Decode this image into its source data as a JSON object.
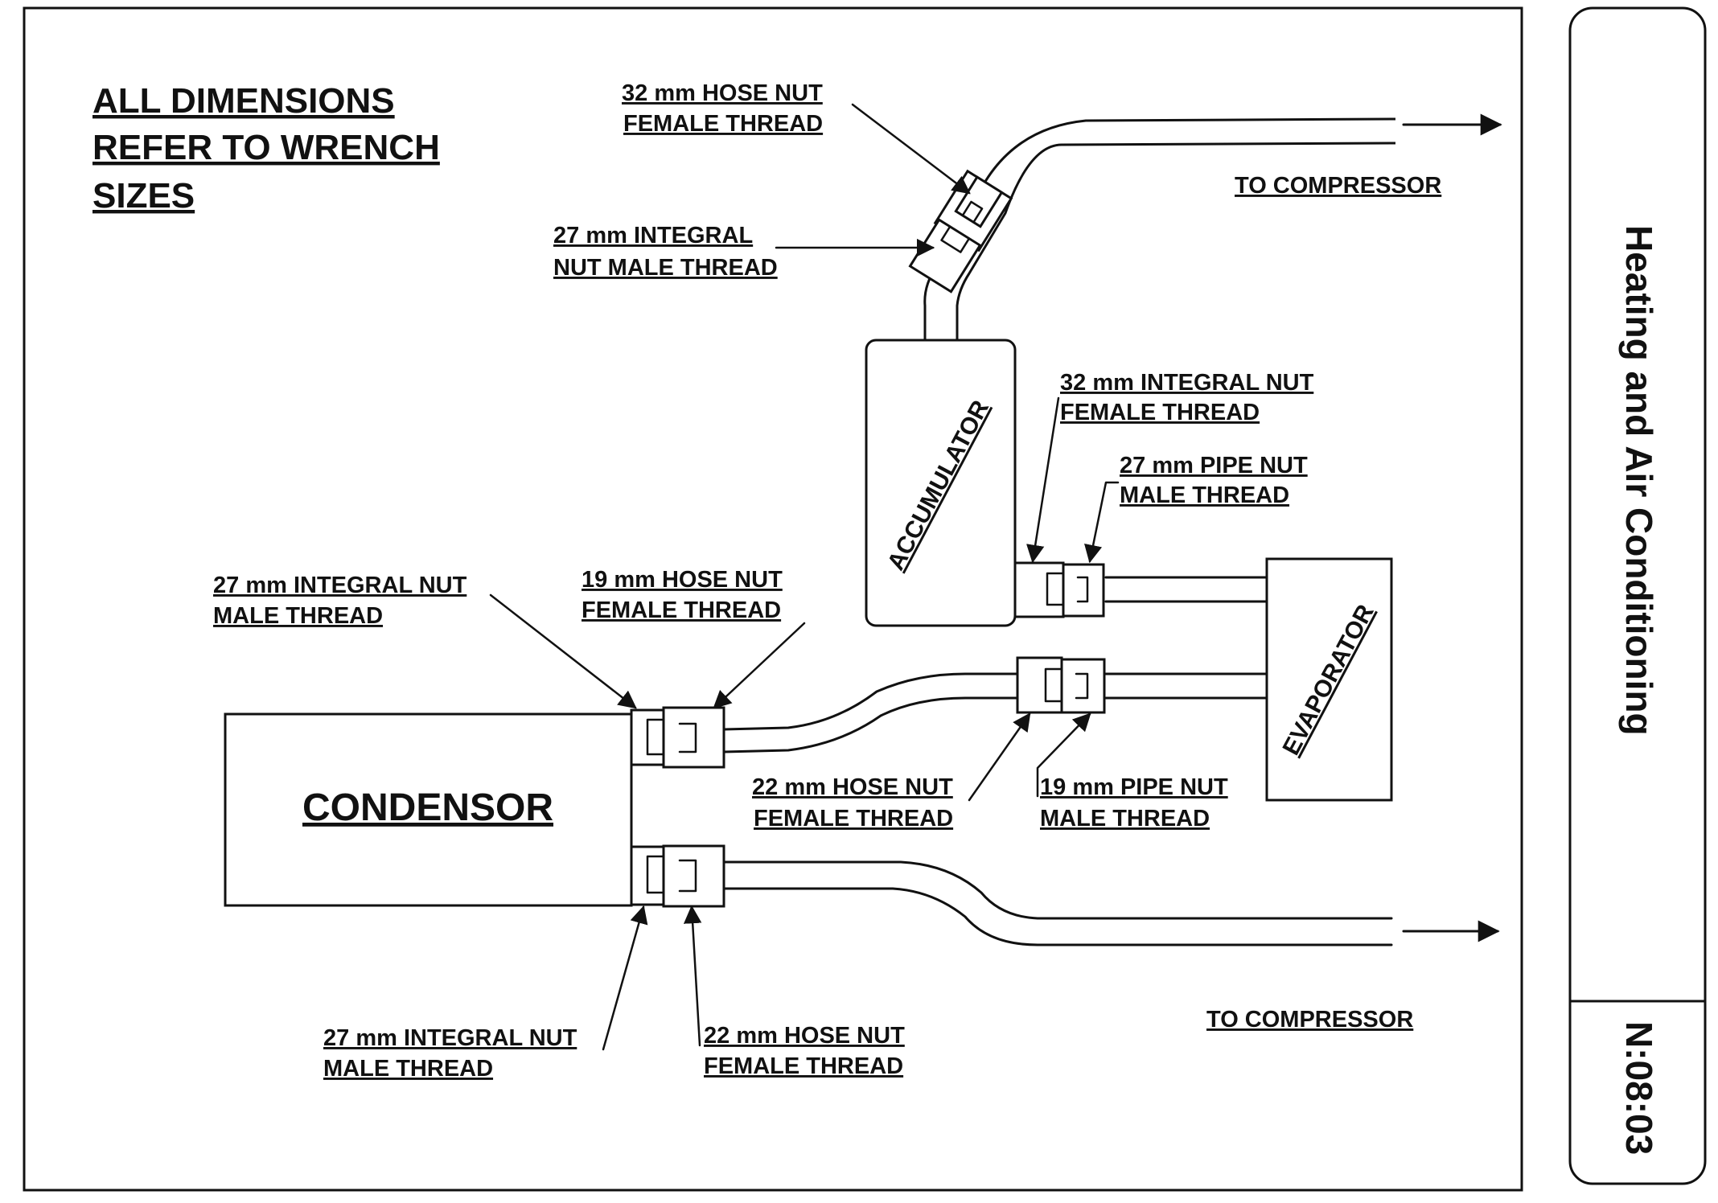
{
  "header": {
    "line1": "ALL DIMENSIONS",
    "line2": "REFER TO WRENCH",
    "line3": "SIZES"
  },
  "components": {
    "condensor": "CONDENSOR",
    "accumulator": "ACCUMULATOR",
    "evaporator": "EVAPORATOR"
  },
  "destinations": {
    "top": "TO COMPRESSOR",
    "bottom": "TO COMPRESSOR"
  },
  "labels": {
    "hose_nut_32": {
      "l1": "32 mm HOSE NUT",
      "l2": "FEMALE THREAD"
    },
    "integral_nut_27_top": {
      "l1": "27 mm INTEGRAL",
      "l2": "NUT MALE THREAD"
    },
    "integral_nut_32": {
      "l1": "32 mm INTEGRAL NUT",
      "l2": "FEMALE THREAD"
    },
    "pipe_nut_27": {
      "l1": "27 mm PIPE NUT",
      "l2": "MALE THREAD"
    },
    "integral_nut_27_left": {
      "l1": "27 mm INTEGRAL NUT",
      "l2": "MALE THREAD"
    },
    "hose_nut_19": {
      "l1": "19 mm HOSE NUT",
      "l2": "FEMALE THREAD"
    },
    "hose_nut_22_mid": {
      "l1": "22 mm HOSE NUT",
      "l2": "FEMALE THREAD"
    },
    "pipe_nut_19": {
      "l1": "19 mm PIPE NUT",
      "l2": "MALE THREAD"
    },
    "integral_nut_27_bottom": {
      "l1": "27 mm INTEGRAL NUT",
      "l2": "MALE THREAD"
    },
    "hose_nut_22_bottom": {
      "l1": "22 mm HOSE NUT",
      "l2": "FEMALE THREAD"
    }
  },
  "sidebar": {
    "title": "Heating and Air Conditioning",
    "page_code": "N:08:03"
  }
}
